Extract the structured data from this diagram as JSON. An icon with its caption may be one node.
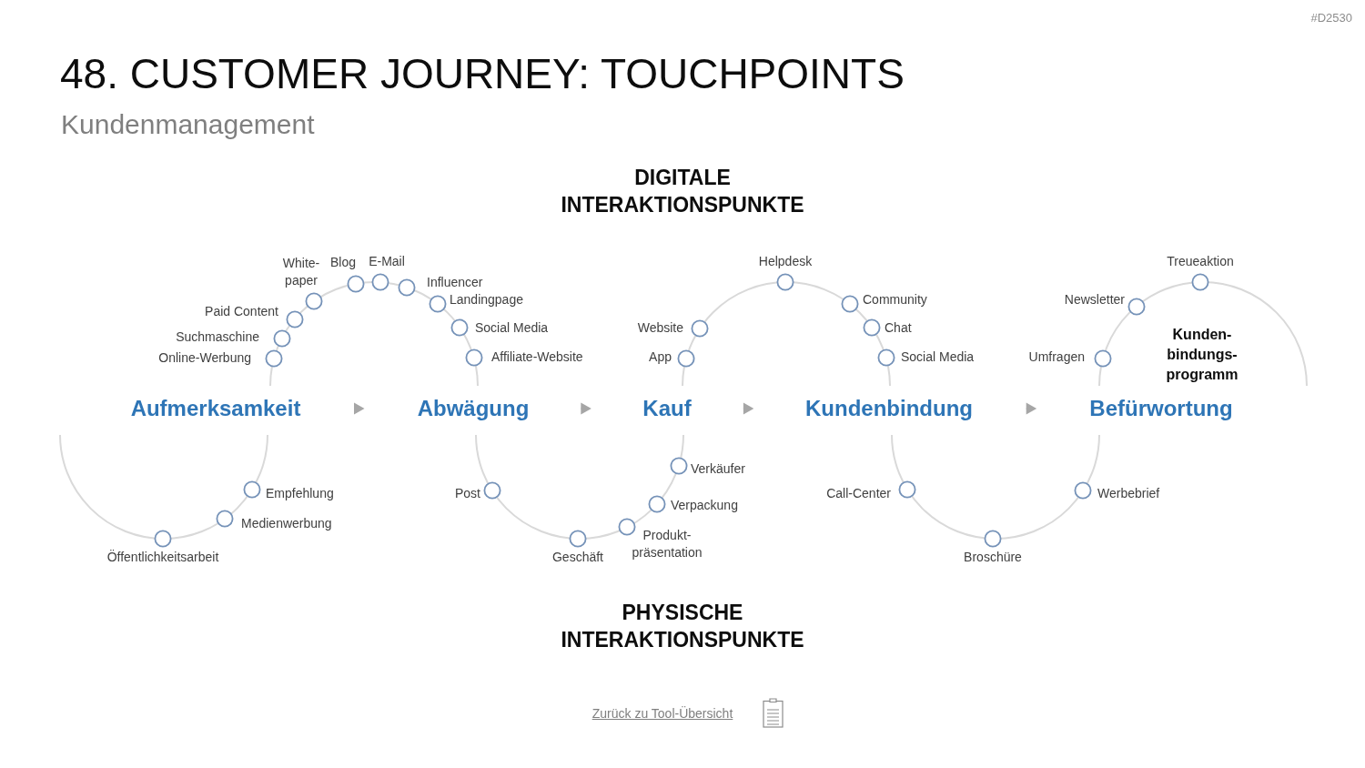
{
  "diagram": {
    "title": "48. CUSTOMER JOURNEY: TOUCHPOINTS",
    "nodes": [
      {
        "text": [
          "Aufmerksamkeit"
        ]
      },
      {
        "text": [
          "Abwägung"
        ]
      },
      {
        "text": [
          "Kauf"
        ]
      },
      {
        "text": [
          "Kundenbindung"
        ]
      },
      {
        "text": [
          "Befürwortung"
        ]
      }
    ],
    "edges": [
      {
        "from": 0,
        "to": 1,
        "arrow": "to"
      },
      {
        "from": 1,
        "to": 2,
        "arrow": "to"
      },
      {
        "from": 2,
        "to": 3,
        "arrow": "to"
      },
      {
        "from": 3,
        "to": 4,
        "arrow": "to"
      }
    ],
    "labels": [
      "#D2530",
      "Kundenmanagement",
      "DIGITALE INTERAKTIONSPUNKTE",
      "Online-Werbung",
      "Suchmaschine",
      "Paid Content",
      "White- paper",
      "Blog",
      "E-Mail",
      "Influencer",
      "Landingpage",
      "Social Media",
      "Affiliate-Website",
      "App",
      "Website",
      "Helpdesk",
      "Community",
      "Chat",
      "Social Media",
      "Umfragen",
      "Newsletter",
      "Treueaktion",
      "Kunden- bindungs- programm",
      "Öffentlichkeitsarbeit",
      "Medienwerbung",
      "Empfehlung",
      "Post",
      "Geschäft",
      "Produkt- präsentation",
      "Verpackung",
      "Verkäufer",
      "Call-Center",
      "Broschüre",
      "Werbebrief",
      "PHYSISCHE INTERAKTIONSPUNKTE",
      "Zurück zu Tool-Übersicht"
    ]
  }
}
